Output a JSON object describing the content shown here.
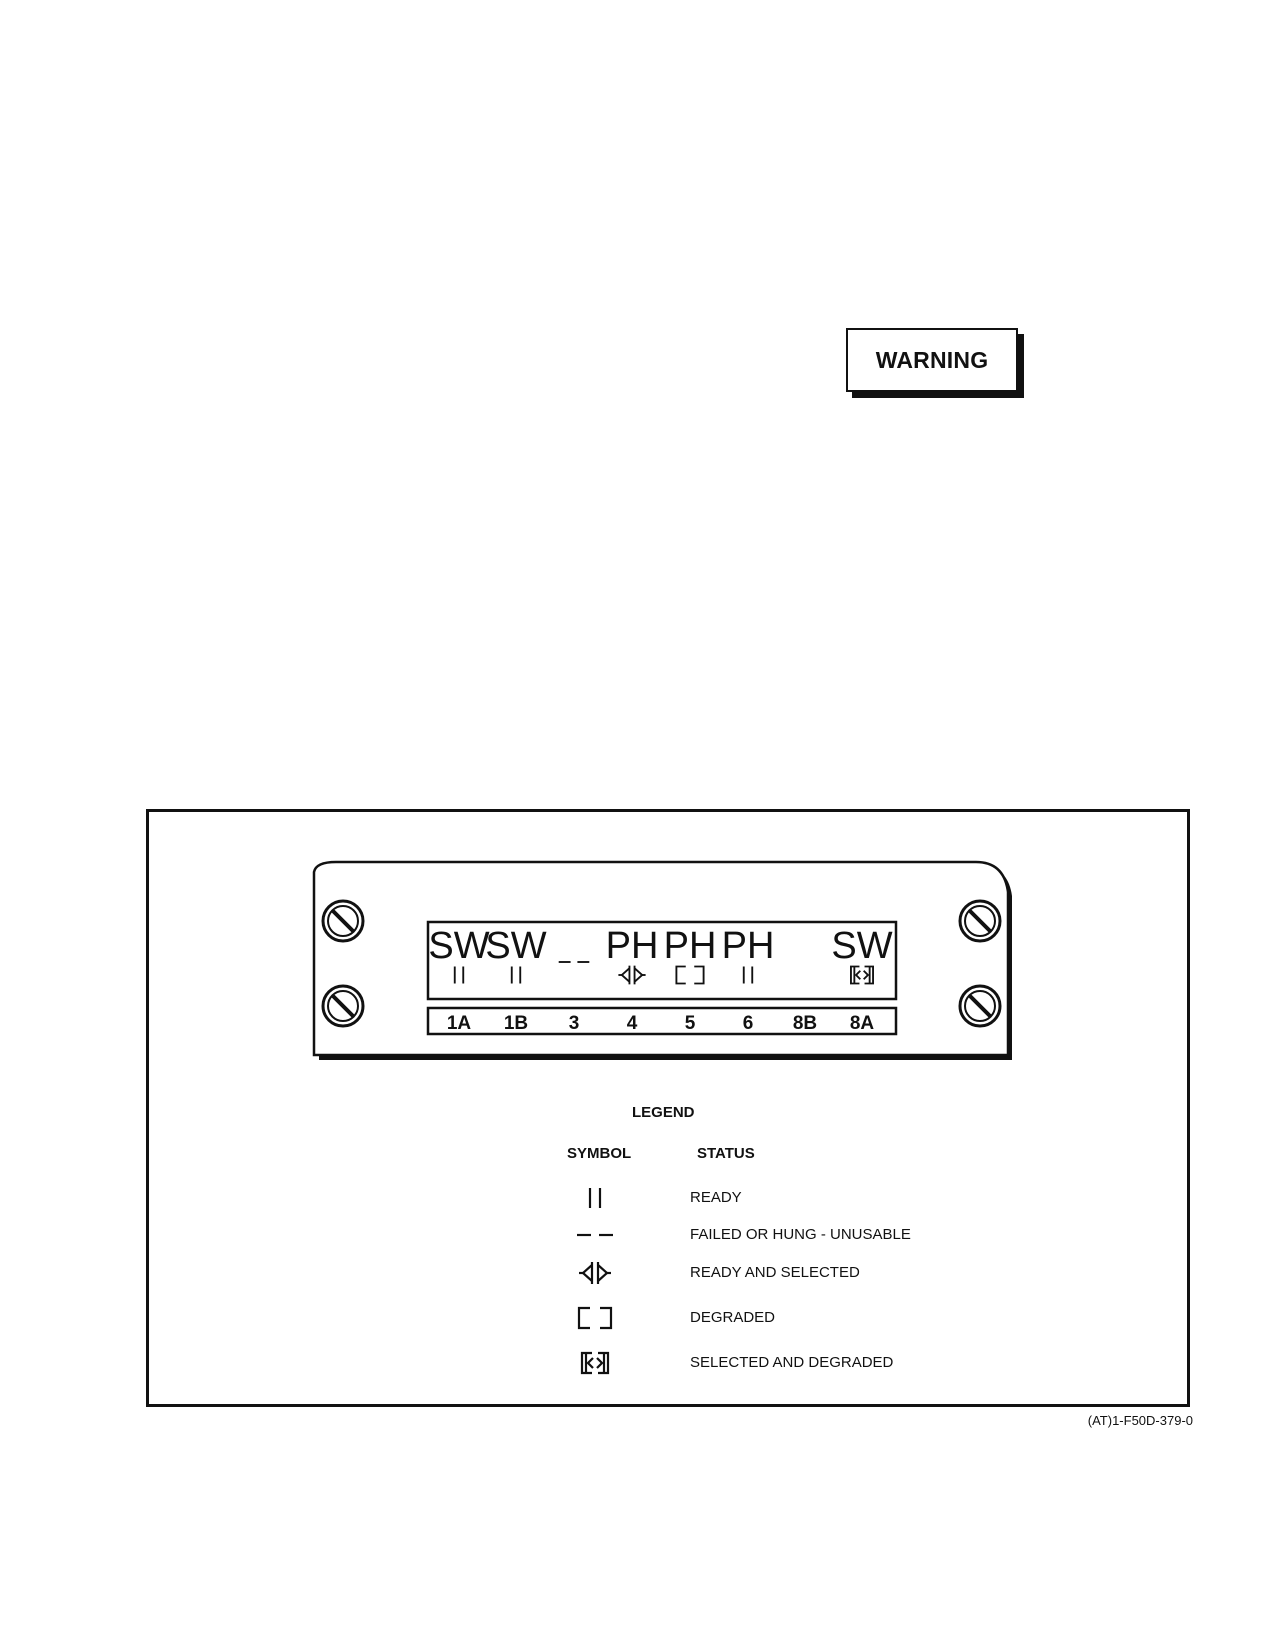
{
  "warning": {
    "label": "WARNING"
  },
  "display_panel": {
    "channels": [
      {
        "label": "1A",
        "code": "SW",
        "status": "ready"
      },
      {
        "label": "1B",
        "code": "SW",
        "status": "ready"
      },
      {
        "label": "3",
        "code": "",
        "status": "failed"
      },
      {
        "label": "4",
        "code": "PH",
        "status": "ready-selected"
      },
      {
        "label": "5",
        "code": "PH",
        "status": "degraded"
      },
      {
        "label": "6",
        "code": "PH",
        "status": "ready"
      },
      {
        "label": "8B",
        "code": "",
        "status": "none"
      },
      {
        "label": "8A",
        "code": "SW",
        "status": "selected-degraded"
      }
    ]
  },
  "legend": {
    "title": "LEGEND",
    "symbol_header": "SYMBOL",
    "status_header": "STATUS",
    "items": [
      {
        "symbol": "ready",
        "status": "READY"
      },
      {
        "symbol": "failed",
        "status": "FAILED OR HUNG - UNUSABLE"
      },
      {
        "symbol": "ready-selected",
        "status": "READY AND SELECTED"
      },
      {
        "symbol": "degraded",
        "status": "DEGRADED"
      },
      {
        "symbol": "selected-degraded",
        "status": "SELECTED AND DEGRADED"
      }
    ]
  },
  "figure_id": "(AT)1-F50D-379-0"
}
